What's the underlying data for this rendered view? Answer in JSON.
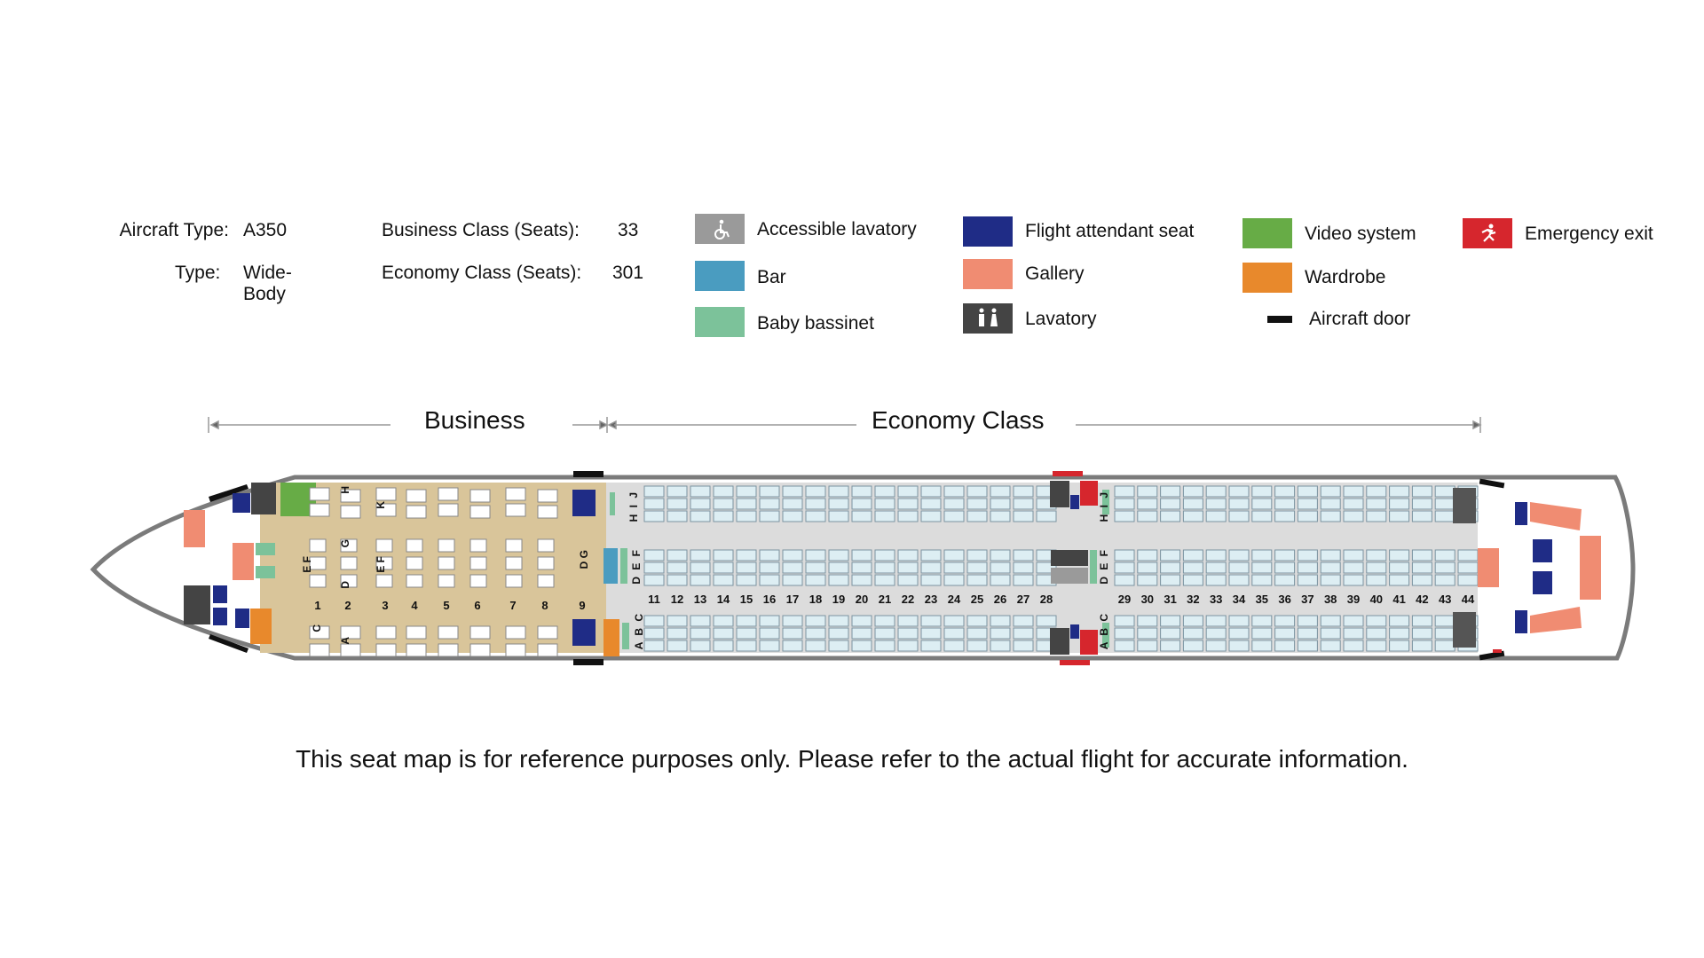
{
  "info": {
    "aircraft_type_label": "Aircraft Type:",
    "aircraft_type_value": "A350",
    "type_label": "Type:",
    "type_value": "Wide-Body",
    "business_label": "Business Class (Seats):",
    "business_value": "33",
    "economy_label": "Economy Class (Seats):",
    "economy_value": "301"
  },
  "legend": {
    "accessible_lavatory": "Accessible lavatory",
    "bar": "Bar",
    "baby_bassinet": "Baby bassinet",
    "flight_attendant_seat": "Flight attendant seat",
    "gallery": "Gallery",
    "lavatory": "Lavatory",
    "video_system": "Video system",
    "wardrobe": "Wardrobe",
    "aircraft_door": "Aircraft door",
    "emergency_exit": "Emergency exit"
  },
  "colors": {
    "accessible_lavatory": "#9a9a9a",
    "bar": "#4a9cc0",
    "baby_bassinet": "#7cc29a",
    "flight_attendant_seat": "#1f2c86",
    "gallery": "#f08c72",
    "lavatory": "#444444",
    "video_system": "#67ac46",
    "wardrobe": "#e8892c",
    "aircraft_door": "#111111",
    "emergency_exit": "#d6262d",
    "fuselage": "#7b7b7b",
    "business_floor": "#d9c59a",
    "economy_floor": "#dcdcdc",
    "economy_seat": "#ddeef3"
  },
  "sections": {
    "business": "Business",
    "economy": "Economy Class"
  },
  "business_rows": [
    "1",
    "2",
    "3",
    "4",
    "5",
    "6",
    "7",
    "8",
    "9"
  ],
  "economy_rows": [
    "11",
    "12",
    "13",
    "14",
    "15",
    "16",
    "17",
    "18",
    "19",
    "20",
    "21",
    "22",
    "23",
    "24",
    "25",
    "26",
    "27",
    "28",
    "29",
    "30",
    "31",
    "32",
    "33",
    "34",
    "35",
    "36",
    "37",
    "38",
    "39",
    "40",
    "41",
    "42",
    "43",
    "44"
  ],
  "business_seat_letters": {
    "row1_upper": "H",
    "row1_lower": "C",
    "row2_upper": "G",
    "row2_lower": "D",
    "row2_a": "A",
    "row3_upper": "K",
    "mid1": "E F",
    "mid3": "E F",
    "row9_right": "D G"
  },
  "economy_seat_letters": {
    "hij": "H I J",
    "def": "D E F",
    "abc": "A B C"
  },
  "note": "This seat map is for reference purposes only. Please refer to the actual flight for accurate information."
}
